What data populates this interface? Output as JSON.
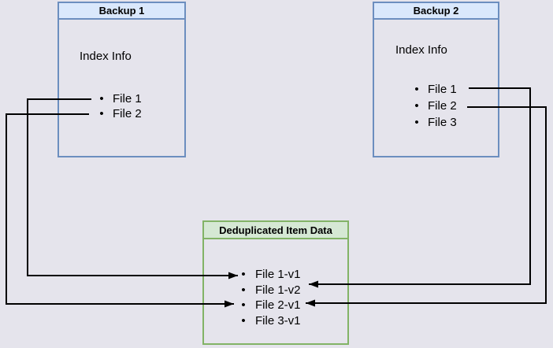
{
  "page": {
    "background_color": "#e5e4ec",
    "line_color": "#000000"
  },
  "glyphs": {
    "bullet": "•"
  },
  "boxes": {
    "backup1": {
      "title": "Backup 1",
      "info": "Index Info",
      "items": [
        "File 1",
        "File 2"
      ],
      "header_fill": "#dae8fc",
      "border_color": "#6c8ebf"
    },
    "backup2": {
      "title": "Backup 2",
      "info": "Index Info",
      "items": [
        "File 1",
        "File 2",
        "File 3"
      ],
      "header_fill": "#dae8fc",
      "border_color": "#6c8ebf"
    },
    "dedup": {
      "title": "Deduplicated Item Data",
      "items": [
        "File 1-v1",
        "File 1-v2",
        "File 2-v1",
        "File 3-v1"
      ],
      "header_fill": "#d5e8d4",
      "border_color": "#82b366"
    }
  },
  "connections": [
    {
      "from": "Backup 1 / File 1",
      "to": "Deduplicated Item Data / File 1-v1",
      "side": "left"
    },
    {
      "from": "Backup 1 / File 2",
      "to": "Deduplicated Item Data / File 2-v1",
      "side": "left"
    },
    {
      "from": "Backup 2 / File 1",
      "to": "Deduplicated Item Data / File 1-v2",
      "side": "right"
    },
    {
      "from": "Backup 2 / File 2",
      "to": "Deduplicated Item Data / File 2-v1",
      "side": "right"
    }
  ]
}
